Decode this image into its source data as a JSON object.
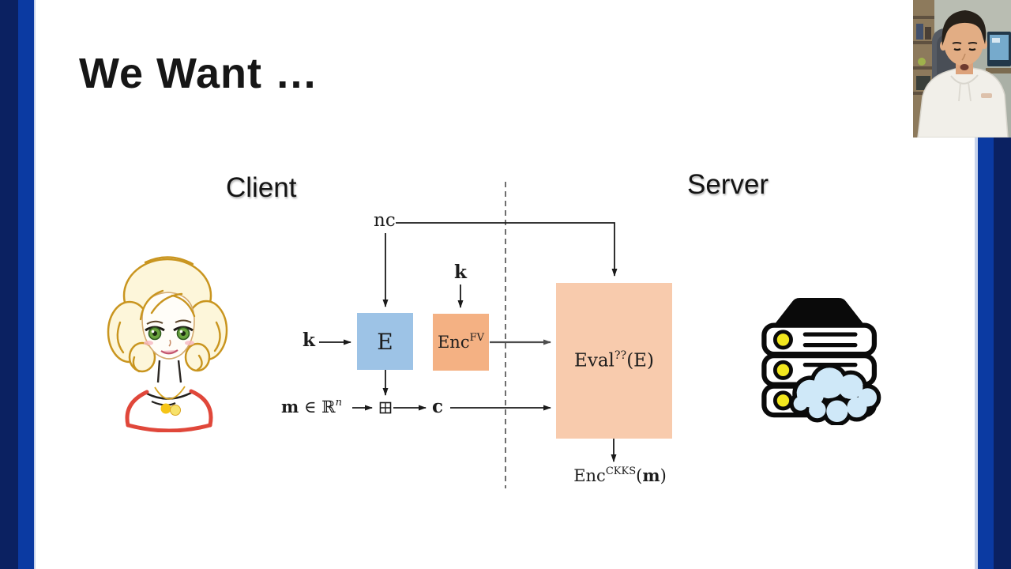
{
  "slide": {
    "title": "We Want …",
    "client_label": "Client",
    "server_label": "Server"
  },
  "diagram": {
    "nc_label": "nc",
    "key_left": "k",
    "key_top": "k",
    "box_e_label": "E",
    "box_enc_fv": {
      "base": "Enc",
      "sup": "FV"
    },
    "box_eval": {
      "base": "Eval",
      "sup": "??",
      "arg": "(E)"
    },
    "message": {
      "symbol": "m",
      "relation": "∈",
      "set": "ℝ",
      "exponent": "n"
    },
    "ciphertext_label": "c",
    "output": {
      "base": "Enc",
      "sup": "CKKS",
      "open": "(",
      "arg": "m",
      "close": ")"
    }
  },
  "icons": {
    "boxed_plus": "⊞",
    "client_avatar": "hand-drawn-girl",
    "server_rack": "server-rack-with-cloud",
    "webcam": "presenter-webcam-feed"
  },
  "colors": {
    "border_navy": "#0b2161",
    "border_blue": "#0b3aa2",
    "box_blue": "#9dc3e6",
    "box_orange": "#f4b183",
    "box_orange_light": "#f8cbad",
    "line_gray": "#4d4d4d",
    "server_dot_yellow": "#f2e71e",
    "cloud_blue": "#cfe8f8",
    "collar_red": "#e0473a",
    "hair_gold": "#c9951f"
  }
}
